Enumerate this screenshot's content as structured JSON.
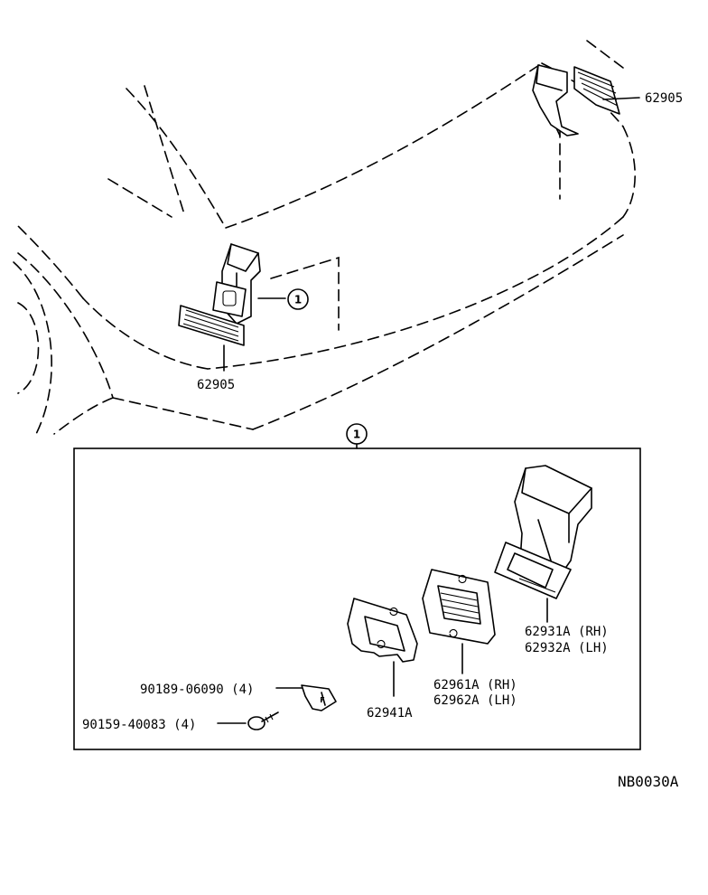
{
  "drawing_code": "NB0030A",
  "callout": "1",
  "parts": {
    "grille_left": "62905",
    "grille_right": "62905",
    "screw_clip": "90189-06090 (4)",
    "screw": "90159-40083 (4)",
    "gasket": "62941A",
    "grille_rh": "62961A (RH)",
    "grille_lh": "62962A (LH)",
    "duct_rh": "62931A (RH)",
    "duct_lh": "62932A (LH)"
  }
}
